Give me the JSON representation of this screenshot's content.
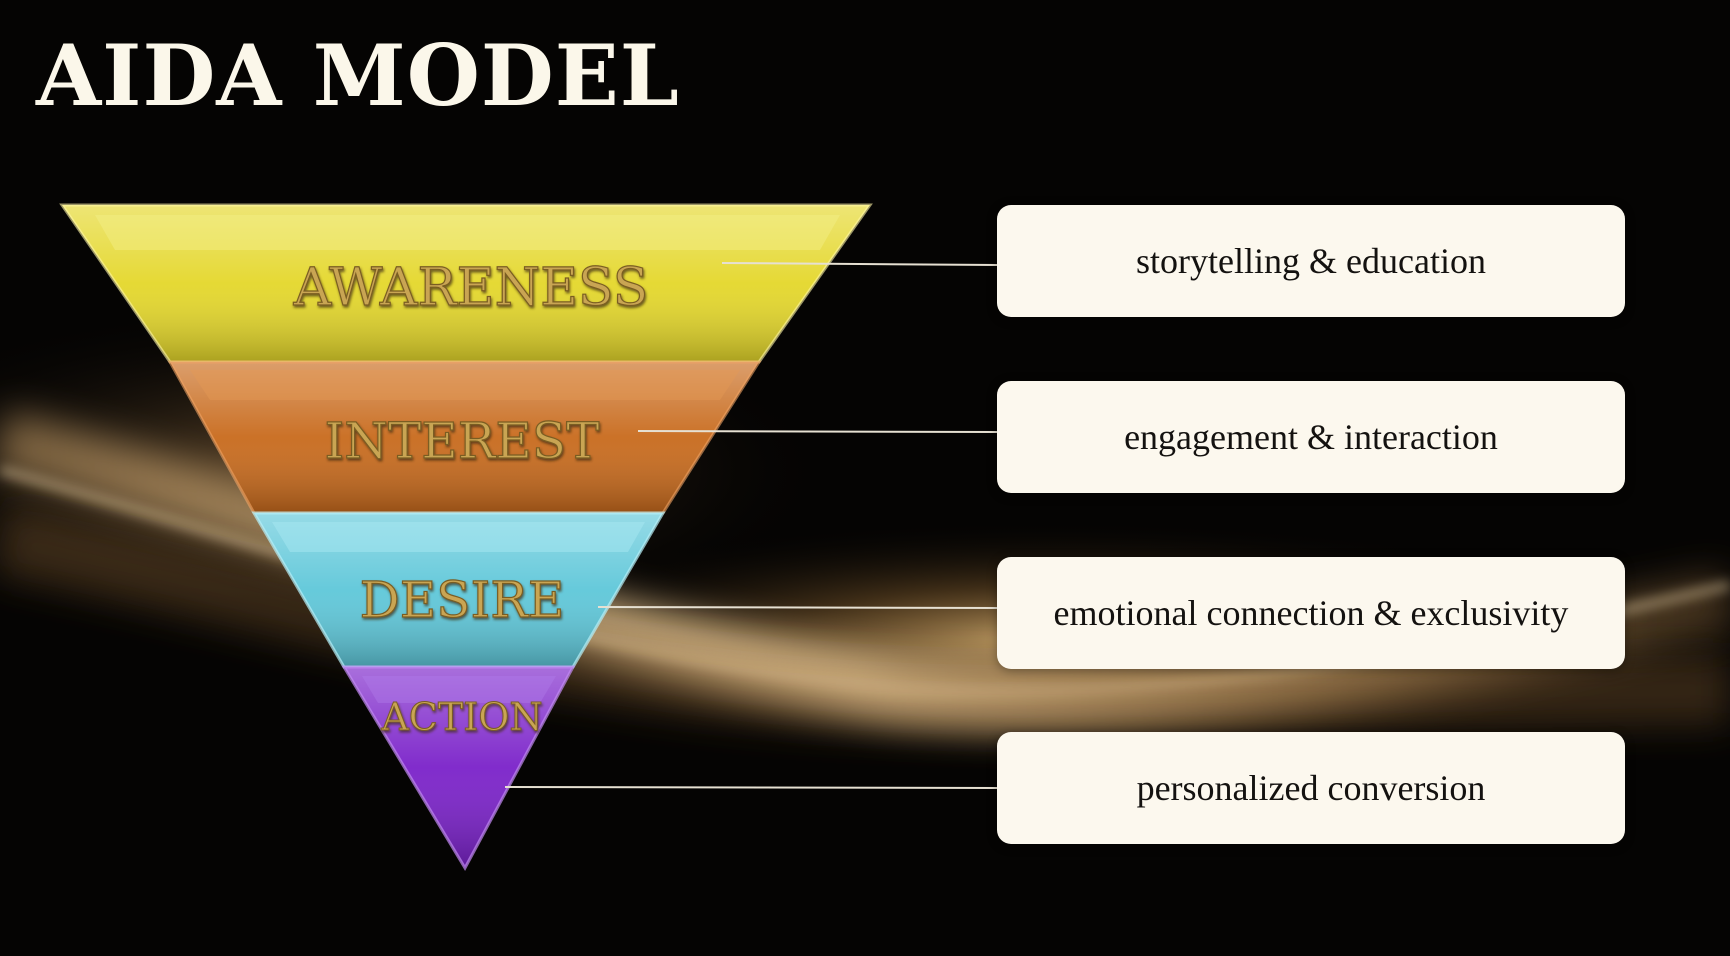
{
  "title": "AIDA MODEL",
  "stages": [
    {
      "label": "AWARENESS",
      "description": "storytelling & education",
      "color": "#e4d72a"
    },
    {
      "label": "INTEREST",
      "description": "engagement & interaction",
      "color": "#c86a1c"
    },
    {
      "label": "DESIRE",
      "description": "emotional connection & exclusivity",
      "color": "#5ec7d9"
    },
    {
      "label": "ACTION",
      "description": "personalized conversion",
      "color": "#7a21c9"
    }
  ],
  "colors": {
    "background": "#050403",
    "title": "#fbf7ea",
    "box_background": "#fcf8ee",
    "box_text": "#141210",
    "stage_label": "#c9a552",
    "connector": "#e6e0d2",
    "glow": "#d7a964"
  }
}
